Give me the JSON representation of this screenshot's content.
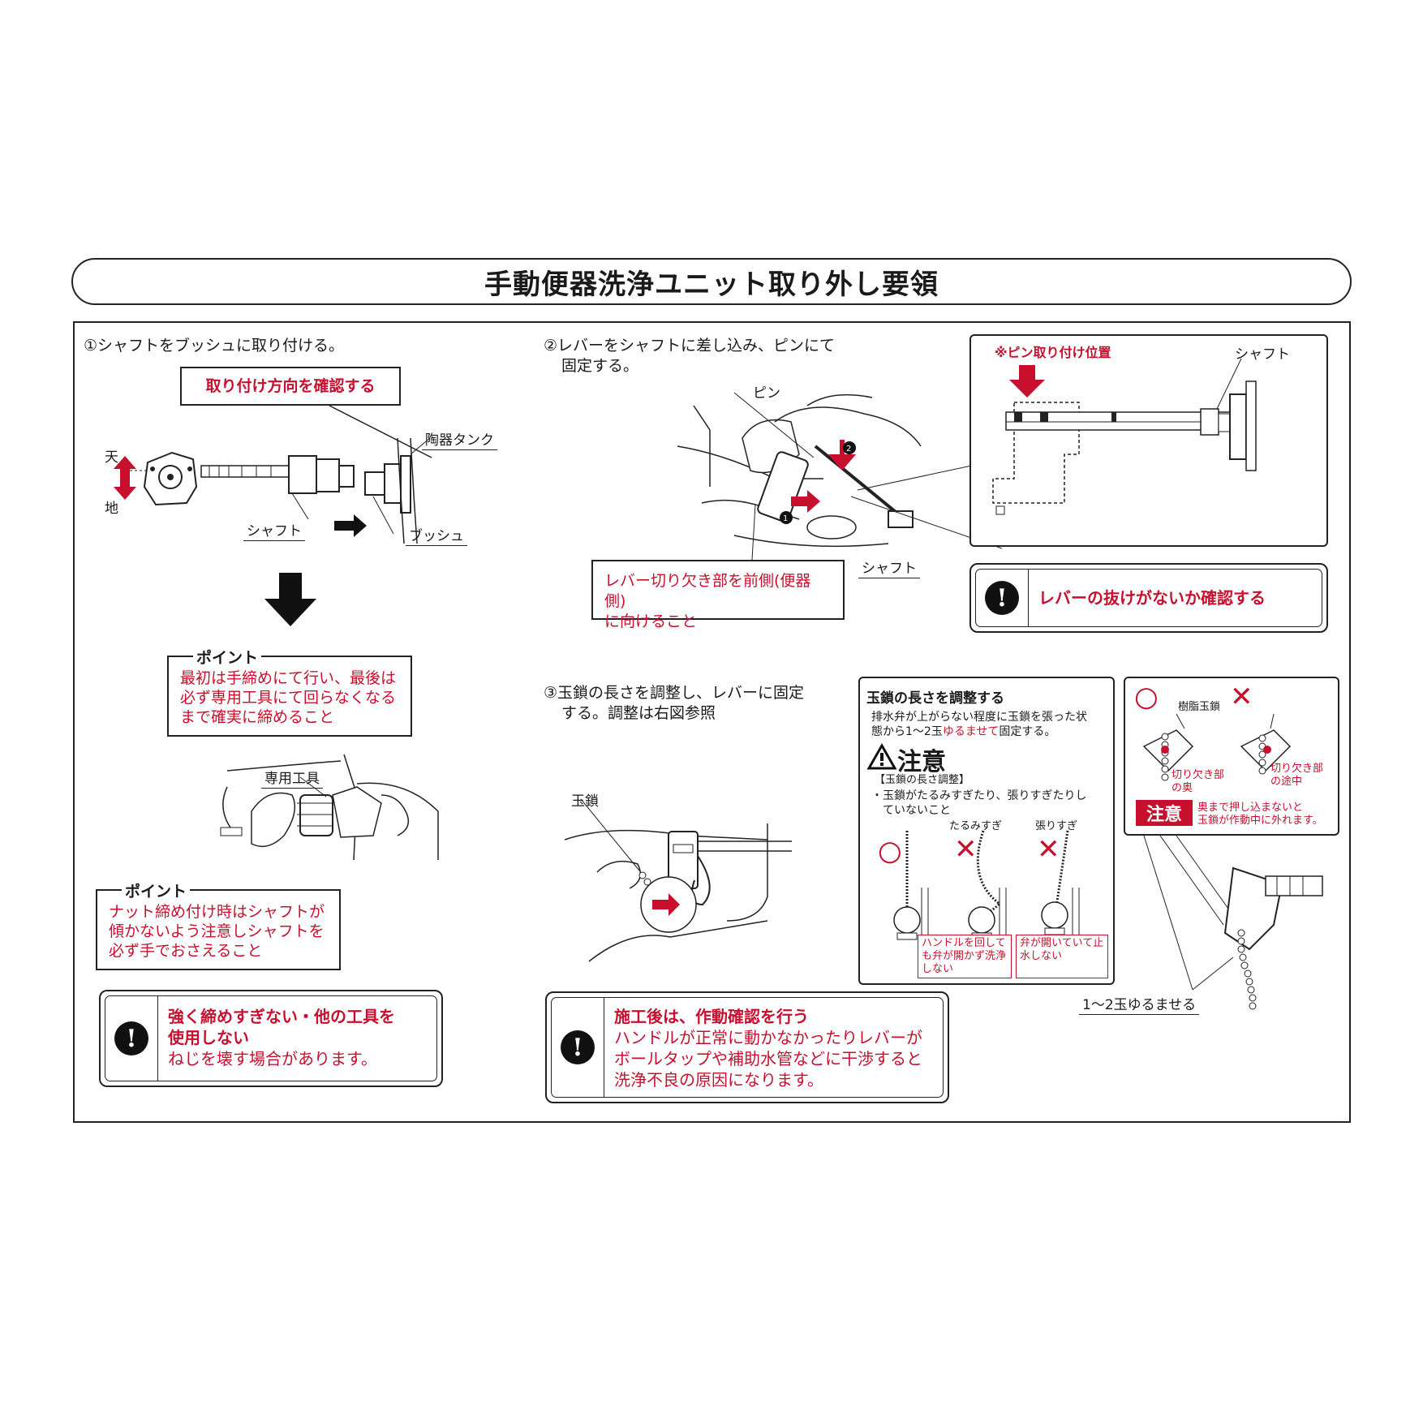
{
  "title": "手動便器洗浄ユニット取り外し要領",
  "step1": {
    "heading": "①シャフトをブッシュに取り付ける。",
    "callout": "取り付け方向を確認する",
    "label_ten": "天",
    "label_chi": "地",
    "label_tank": "陶器タンク",
    "label_shaft": "シャフト",
    "label_bush": "ブッシュ",
    "point1_title": "ポイント",
    "point1_text_l1": "最初は手締めにて行い、最後は",
    "point1_text_l2": "必ず専用工具にて回らなくなる",
    "point1_text_l3": "まで確実に締めること",
    "label_tool": "専用工具",
    "point2_title": "ポイント",
    "point2_text_l1": "ナット締め付け時はシャフトが",
    "point2_text_l2": "傾かないよう注意しシャフトを",
    "point2_text_l3": "必ず手でおさえること",
    "warn_l1": "強く締めすぎない・他の工具を",
    "warn_l2": "使用しない",
    "warn_l3": "ねじを壊す場合があります。"
  },
  "step2": {
    "heading_l1": "②レバーをシャフトに差し込み、ピンにて",
    "heading_l2": "固定する。",
    "label_pin": "ピン",
    "label_shaft": "シャフト",
    "num1": "❶",
    "num2": "❷",
    "callout_l1": "レバー切り欠き部を前側(便器側)",
    "callout_l2": "に向けること",
    "detail_pin_pos": "※ピン取り付け位置",
    "detail_shaft": "シャフト",
    "warn": "レバーの抜けがないか確認する"
  },
  "step3": {
    "heading_l1": "③玉鎖の長さを調整し、レバーに固定",
    "heading_l2": "する。調整は右図参照",
    "label_chain": "玉鎖",
    "warn_l1": "施工後は、作動確認を行う",
    "warn_l2": "ハンドルが正常に動かなかったりレバーが",
    "warn_l3": "ボールタップや補助水管などに干渉すると",
    "warn_l4": "洗浄不良の原因になります。"
  },
  "adjust_panel": {
    "title": "玉鎖の長さを調整する",
    "desc_l1": "排水弁が上がらない程度に玉鎖を張った状",
    "desc_l2a": "態から1～2玉",
    "desc_l2b": "ゆるませて",
    "desc_l2c": "固定する。",
    "caution": "注意",
    "sub_title": "【玉鎖の長さ調整】",
    "sub_l1": "・玉鎖がたるみすぎたり、張りすぎたりし",
    "sub_l2": "　ていないこと",
    "ok_mark": "○",
    "ng_mark": "✕",
    "slack_label": "たるみすぎ",
    "tight_label": "張りすぎ",
    "slack_note_l1": "ハンドルを回して",
    "slack_note_l2": "も弁が開かず洗浄",
    "slack_note_l3": "しない",
    "tight_note_l1": "弁が開いていて止",
    "tight_note_l2": "水しない"
  },
  "clip_panel": {
    "ok_mark": "○",
    "ng_mark": "✕",
    "label_resin_chain": "樹脂玉鎖",
    "label_notch_back_l1": "切り欠き部",
    "label_notch_back_l2": "の奥",
    "label_notch_mid_l1": "切り欠き部",
    "label_notch_mid_l2": "の途中",
    "caution": "注意",
    "caution_l1": "奥まで押し込まないと",
    "caution_l2": "玉鎖が作動中に外れます。",
    "loosen_label": "1～2玉ゆるませる"
  },
  "colors": {
    "accent_red": "#c8102e",
    "ink": "#1a1a1a"
  }
}
